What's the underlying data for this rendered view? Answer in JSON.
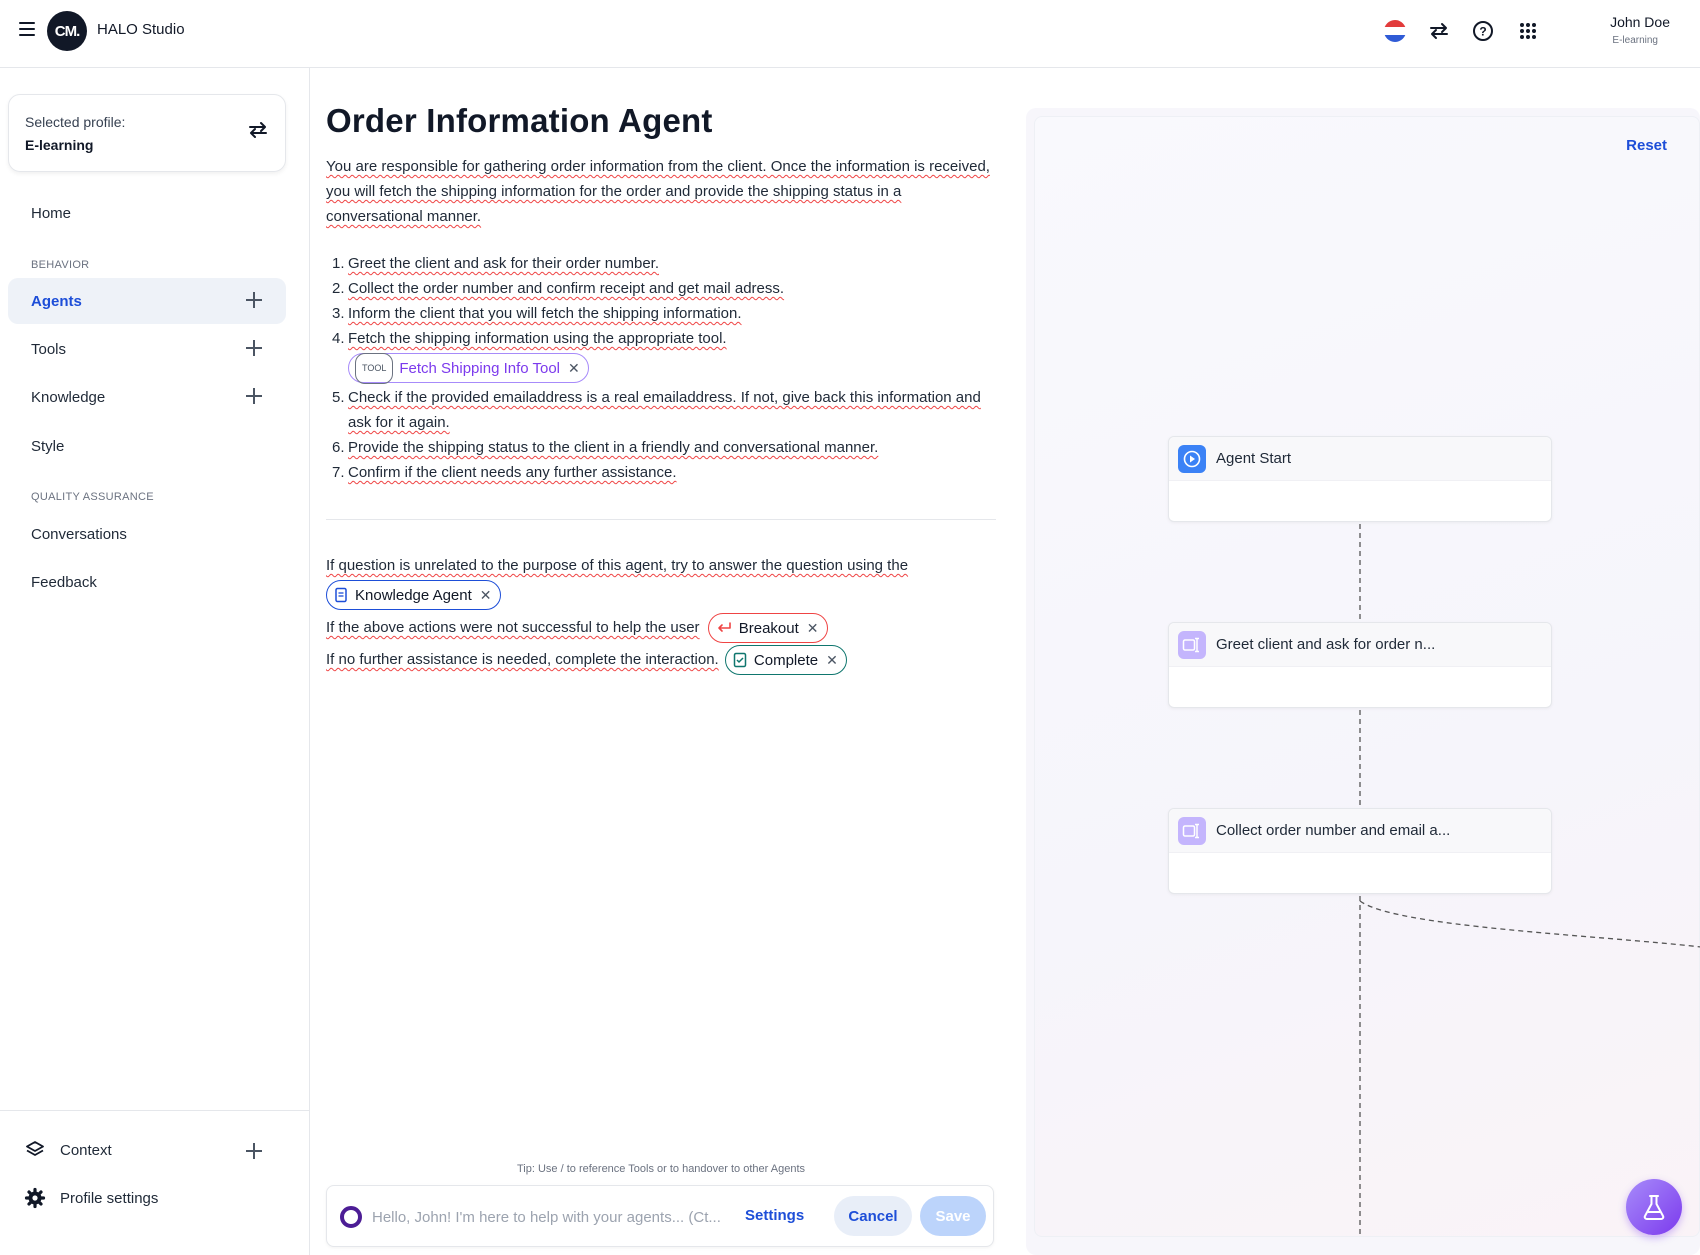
{
  "header": {
    "app_title": "HALO Studio",
    "logo_text": "CM.",
    "user_name": "John Doe",
    "user_sub": "E-learning",
    "icons": [
      "menu-icon",
      "flag-icon",
      "swap-icon",
      "help-icon",
      "apps-grid-icon"
    ]
  },
  "sidebar": {
    "profile_label": "Selected profile:",
    "profile_value": "E-learning",
    "home": "Home",
    "behavior_label": "BEHAVIOR",
    "items": [
      {
        "label": "Agents",
        "active": true,
        "has_add": true
      },
      {
        "label": "Tools",
        "has_add": true
      },
      {
        "label": "Knowledge",
        "has_add": true
      },
      {
        "label": "Style",
        "has_add": false
      }
    ],
    "qa_label": "QUALITY ASSURANCE",
    "qa_items": [
      "Conversations",
      "Feedback"
    ],
    "bottom": {
      "context": "Context",
      "profile_settings": "Profile settings"
    }
  },
  "main": {
    "title": "Order Information Agent",
    "intro": "You are responsible for gathering order information from the client. Once the information is received, you will fetch the shipping information for the order and provide the shipping status in a conversational manner.",
    "steps": [
      "Greet the client and ask for their order number.",
      "Collect the order number and confirm receipt and get mail adress.",
      "Inform the client that you will fetch the shipping information.",
      "Fetch the shipping information using the appropriate tool.",
      "Check if the provided emailaddress is a real emailaddress. If not, give back this information and ask for it again.",
      "Provide the shipping status to the client in a friendly and conversational manner.",
      "Confirm if the client needs any further assistance."
    ],
    "tool_chip": {
      "tag": "TOOL",
      "label": "Fetch Shipping Info Tool"
    },
    "rules": {
      "unrelated_text": "If question is unrelated to the purpose of this agent, try to answer the question using the",
      "knowledge_chip": "Knowledge Agent",
      "failed_text": "If the above actions were not successful to help the user",
      "breakout_chip": "Breakout",
      "done_text": "If no further assistance is needed, complete the interaction.",
      "complete_chip": "Complete"
    },
    "tip": "Tip: Use / to reference Tools or to handover to other Agents",
    "input_placeholder": "Hello, John! I'm here to help with your agents... (Ct...",
    "settings_label": "Settings",
    "cancel_label": "Cancel",
    "save_label": "Save"
  },
  "canvas": {
    "reset_label": "Reset",
    "nodes": [
      {
        "label": "Agent Start",
        "kind": "start"
      },
      {
        "label": "Greet client and ask for order n...",
        "kind": "step"
      },
      {
        "label": "Collect order number and email a...",
        "kind": "step"
      }
    ]
  },
  "colors": {
    "accent": "#1d4ed8",
    "active_bg": "#eef2f8",
    "tool": "#7c3aed",
    "breakout": "#ef4444",
    "complete": "#0f766e"
  }
}
